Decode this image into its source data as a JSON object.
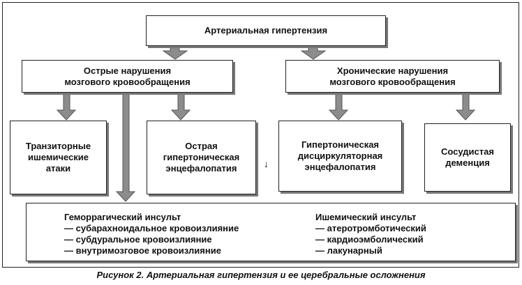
{
  "nodes": {
    "hypertension": "Артериальная гипертензия",
    "acute": "Острые нарушения\nмозгового кровообращения",
    "chronic": "Хронические нарушения\nмозгового кровообращения",
    "transient": "Транзиторные\nишемические\nатаки",
    "acute_encephalopathy": "Острая\nгипертоническая\nэнцефалопатия",
    "dyscirculatory": "Гипертоническая\nдисциркуляторная\nэнцефалопатия",
    "dementia": "Сосудистая\nдеменция"
  },
  "bottom": {
    "hemorrhagic": {
      "title": "Геморрагический инсульт",
      "items": [
        "— субарахноидальное кровоизлияние",
        "— субдуральное кровоизлияние",
        "— внутримозговое кровоизлияние"
      ]
    },
    "ischemic": {
      "title": "Ишемический инсульт",
      "items": [
        "— атеротромботический",
        "— кардиоэмболический",
        "— лакунарный"
      ]
    }
  },
  "small_arrow": "↓",
  "caption": "Рисунок 2. Артериальная гипертензия и ее церебральные осложнения",
  "colors": {
    "arrow_fill": "#8c8c8c",
    "shadow": "#777777"
  }
}
